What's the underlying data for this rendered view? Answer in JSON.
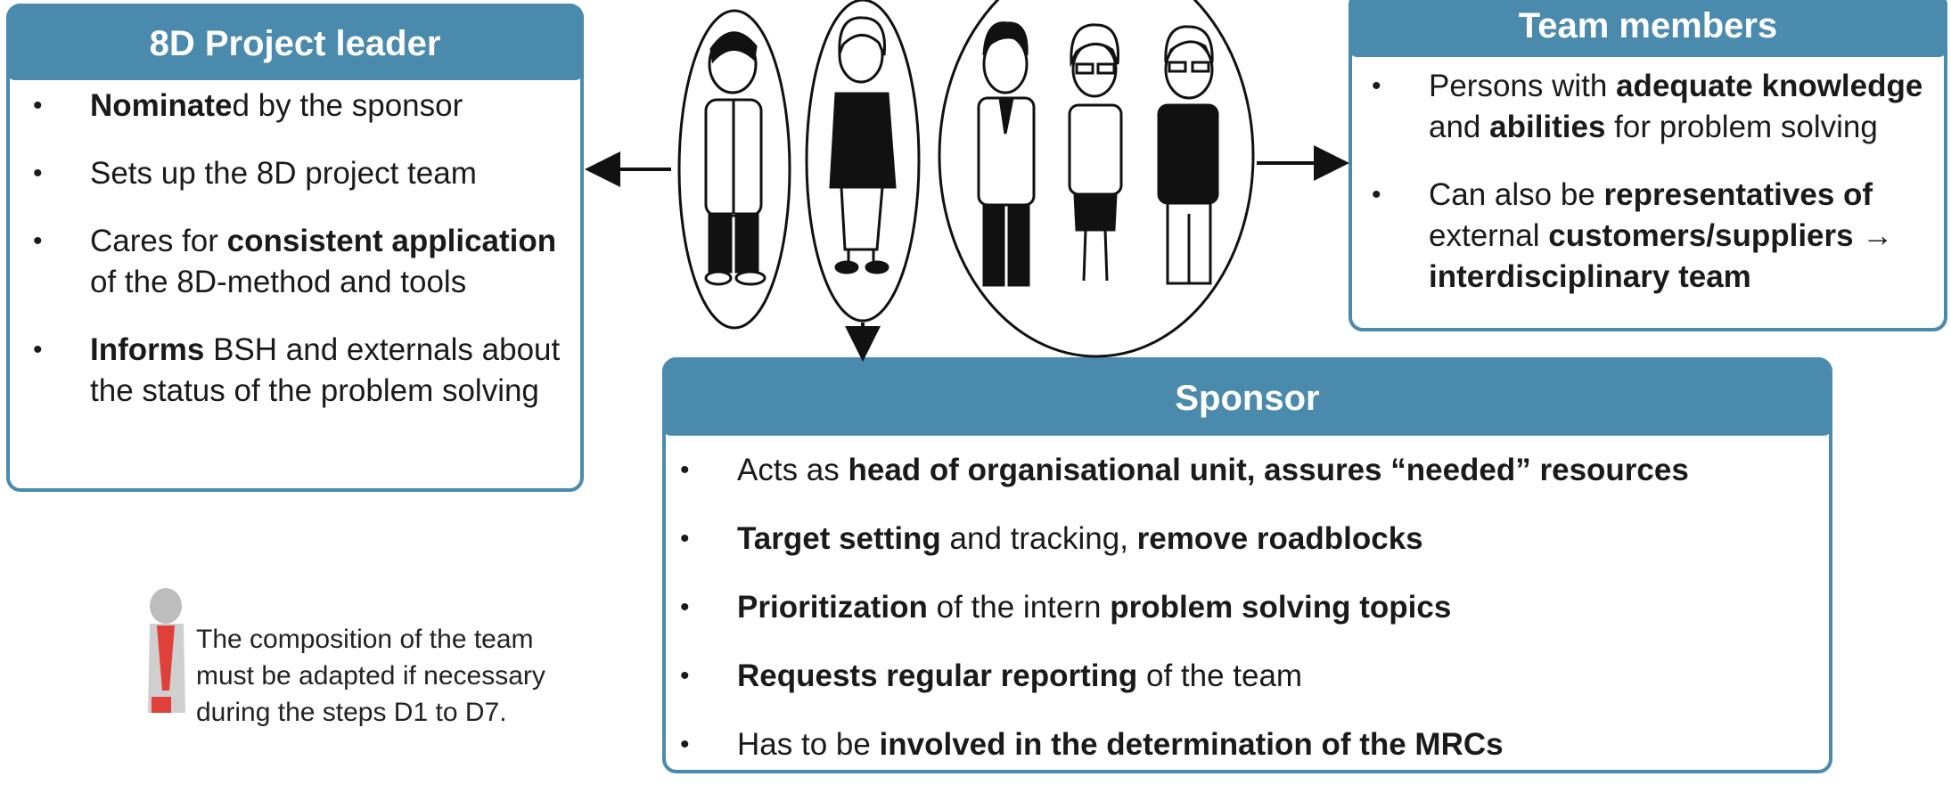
{
  "leader": {
    "title": "8D Project leader",
    "items": [
      {
        "parts": [
          {
            "t": "Nominate",
            "b": true
          },
          {
            "t": "d by the sponsor",
            "b": false
          }
        ]
      },
      {
        "parts": [
          {
            "t": "Sets up the 8D project team",
            "b": false
          }
        ]
      },
      {
        "parts": [
          {
            "t": "Cares for ",
            "b": false
          },
          {
            "t": "consistent application",
            "b": true
          },
          {
            "t": " of the 8D-method and tools",
            "b": false
          }
        ]
      },
      {
        "parts": [
          {
            "t": "Informs",
            "b": true
          },
          {
            "t": " BSH and externals about the status of the problem solving",
            "b": false
          }
        ]
      }
    ]
  },
  "team": {
    "title": "Team members",
    "items": [
      {
        "parts": [
          {
            "t": "Persons with ",
            "b": false
          },
          {
            "t": "adequate knowledge",
            "b": true
          },
          {
            "t": " and ",
            "b": false
          },
          {
            "t": "abilities",
            "b": true
          },
          {
            "t": " for problem solving",
            "b": false
          }
        ]
      },
      {
        "parts": [
          {
            "t": "Can also be ",
            "b": false
          },
          {
            "t": "representatives of",
            "b": true
          },
          {
            "t": " external ",
            "b": false
          },
          {
            "t": "customers/suppliers → interdisciplinary team",
            "b": true
          }
        ]
      }
    ]
  },
  "sponsor": {
    "title": "Sponsor",
    "items": [
      {
        "parts": [
          {
            "t": "Acts as ",
            "b": false
          },
          {
            "t": "head of organisational unit, assures “needed” resources",
            "b": true
          }
        ]
      },
      {
        "parts": [
          {
            "t": "Target setting",
            "b": true
          },
          {
            "t": " and tracking, ",
            "b": false
          },
          {
            "t": "remove roadblocks",
            "b": true
          }
        ]
      },
      {
        "parts": [
          {
            "t": "Prioritization",
            "b": true
          },
          {
            "t": " of the intern ",
            "b": false
          },
          {
            "t": "problem solving topics",
            "b": true
          }
        ]
      },
      {
        "parts": [
          {
            "t": "Requests regular reporting",
            "b": true
          },
          {
            "t": " of the team",
            "b": false
          }
        ]
      },
      {
        "parts": [
          {
            "t": "Has to be ",
            "b": false
          },
          {
            "t": "involved in the determination of the MRCs",
            "b": true
          }
        ]
      }
    ]
  },
  "note": {
    "text": "The composition of the team must be adapted if necessary during the steps D1 to D7."
  },
  "bullet_char": "•",
  "colors": {
    "header": "#4a8aad",
    "border": "#4a8aad",
    "note_accent": "#e0403a"
  }
}
